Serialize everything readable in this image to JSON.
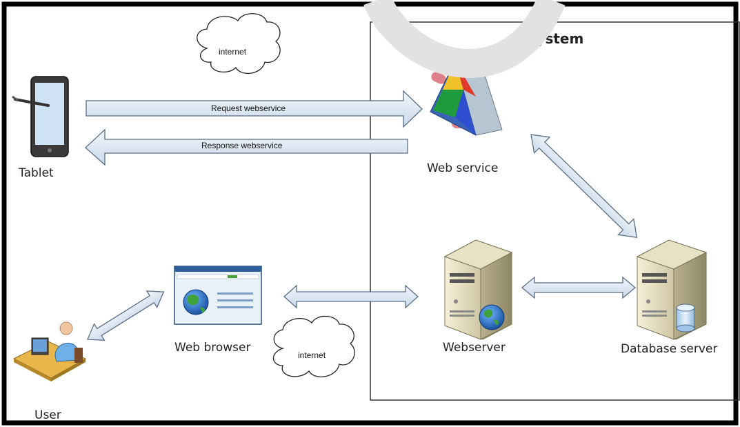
{
  "system": {
    "title": "System"
  },
  "nodes": {
    "tablet": "Tablet",
    "user": "User",
    "web_browser": "Web browser",
    "web_service": "Web service",
    "webserver": "Webserver",
    "database_server": "Database server"
  },
  "clouds": {
    "top": "internet",
    "bottom": "internet"
  },
  "arrows": {
    "request": "Request webservice",
    "response": "Response webservice"
  },
  "colors": {
    "arrow_fill": "#dde8f4",
    "arrow_stroke": "#5a6e86",
    "border": "#000000"
  }
}
